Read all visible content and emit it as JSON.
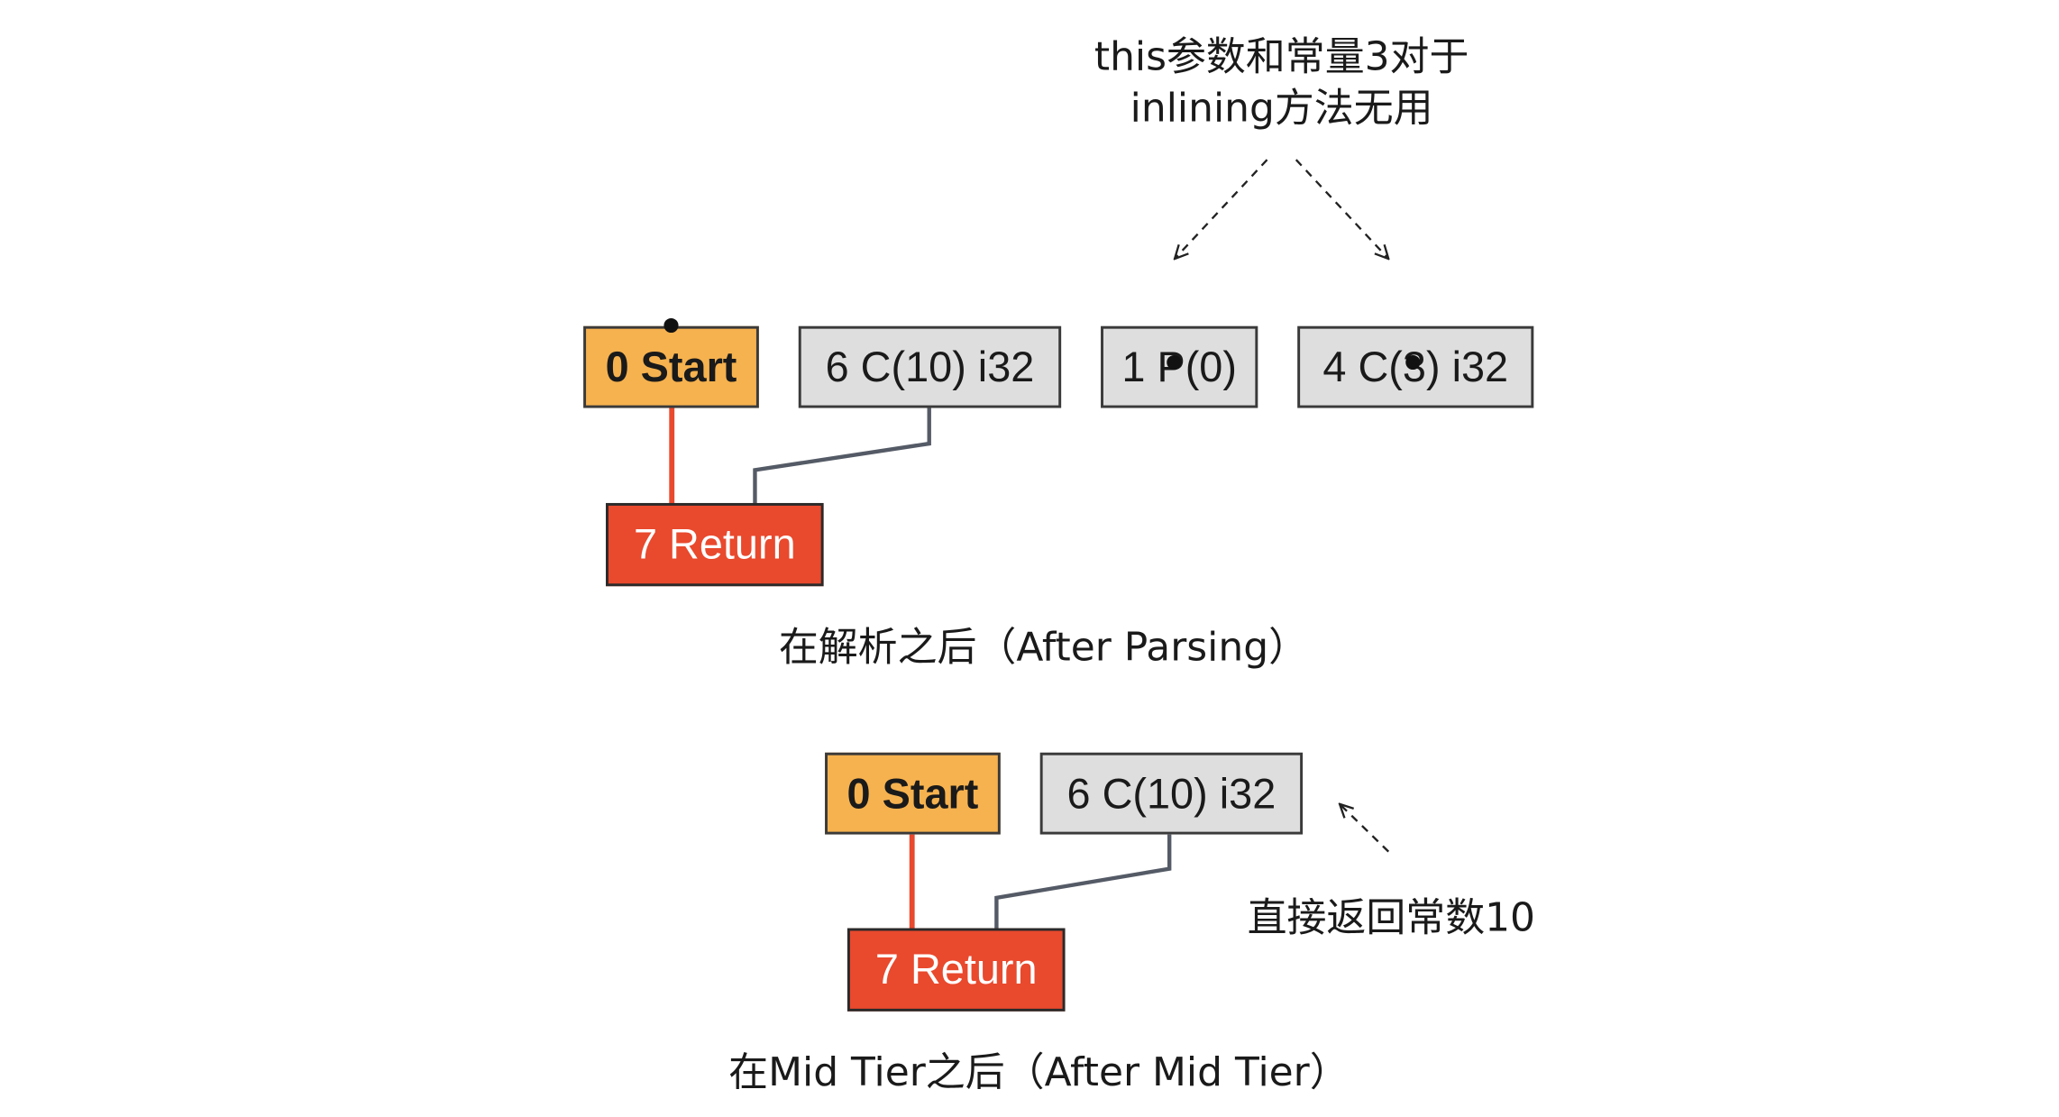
{
  "annotations": {
    "top_note_line1": "this参数和常量3对于",
    "top_note_line2": "inlining方法无用",
    "right_note": "直接返回常数10"
  },
  "graph_after_parsing": {
    "caption": "在解析之后（After Parsing）",
    "nodes": {
      "start": "0 Start",
      "const10": "6 C(10) i32",
      "param": "1 P(0)",
      "const3": "4 C(3) i32",
      "ret": "7 Return"
    }
  },
  "graph_after_mid_tier": {
    "caption": "在Mid Tier之后（After Mid Tier）",
    "nodes": {
      "start": "0 Start",
      "const10": "6 C(10) i32",
      "ret": "7 Return"
    }
  },
  "colors": {
    "start_node": "#f6b24f",
    "return_node": "#e9492d",
    "constant_node": "#dedede",
    "control_edge": "#e9492d",
    "value_edge": "#555b66"
  }
}
